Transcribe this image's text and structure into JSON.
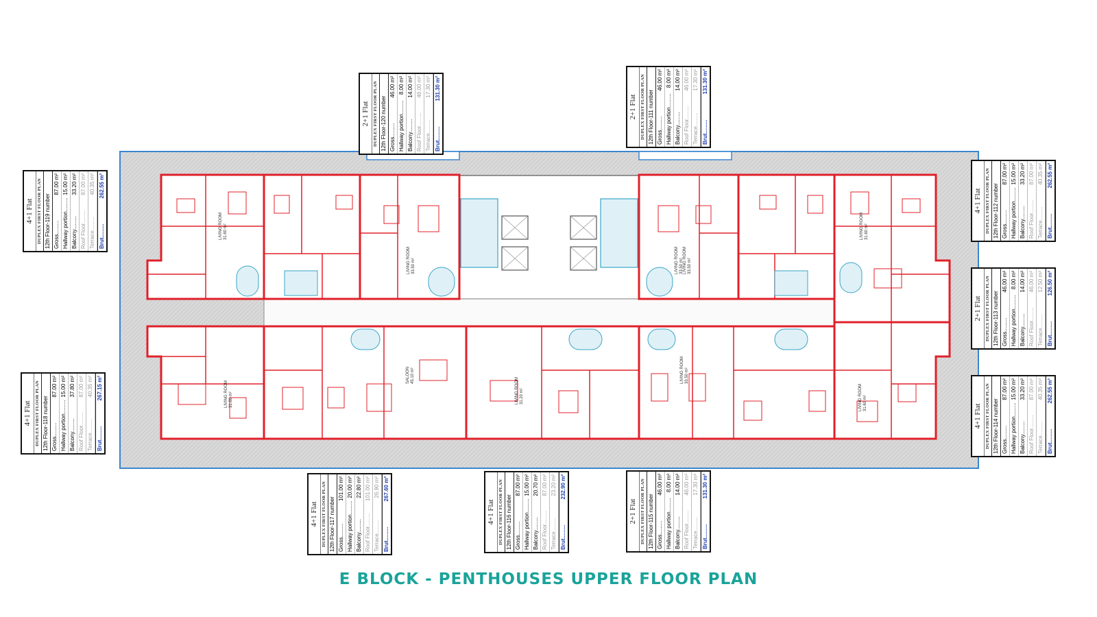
{
  "title": "E BLOCK - PENTHOUSES UPPER FLOOR PLAN",
  "colors": {
    "wall": "#e0202a",
    "title": "#1aa39a",
    "brut": "#1e3fae",
    "terrace": "#d9d9d9",
    "border": "#3a86d0"
  },
  "cards": [
    {
      "type": "4+1 Flat",
      "sub": "DUPLEX FIRST FLOOR PLAN",
      "floor": "12th Floor-119 number",
      "gross": "87.00 m²",
      "hallway": "15.00 m²",
      "balcony": "33.20 m²",
      "roof": "87.00 m²",
      "terrace": "40.35 m²",
      "brut": "262.55 m²"
    },
    {
      "type": "2+1 Flat",
      "sub": "DUPLEX FIRST FLOOR PLAN",
      "floor": "12th Floor-120 number",
      "gross": "46.00 m²",
      "hallway": "8.00 m²",
      "balcony": "14.00 m²",
      "roof": "46.00 m²",
      "terrace": "17.30 m²",
      "brut": "131.30 m²"
    },
    {
      "type": "2+1 Flat",
      "sub": "DUPLEX FIRST FLOOR PLAN",
      "floor": "12th Floor-111 number",
      "gross": "46.00 m²",
      "hallway": "8.00 m²",
      "balcony": "14.00 m²",
      "roof": "46.00 m²",
      "terrace": "17.30 m²",
      "brut": "131.30 m²"
    },
    {
      "type": "4+1 Flat",
      "sub": "DUPLEX FIRST FLOOR PLAN",
      "floor": "12th Floor-112 number",
      "gross": "87.00 m²",
      "hallway": "15.00 m²",
      "balcony": "33.20 m²",
      "roof": "87.00 m²",
      "terrace": "40.35 m²",
      "brut": "262.55 m²"
    },
    {
      "type": "2+1 Flat",
      "sub": "DUPLEX FIRST FLOOR PLAN",
      "floor": "12th Floor-113 number",
      "gross": "46.00 m²",
      "hallway": "8.00 m²",
      "balcony": "14.00 m²",
      "roof": "46.00 m²",
      "terrace": "12.50 m²",
      "brut": "126.50 m²"
    },
    {
      "type": "4+1 Flat",
      "sub": "DUPLEX FIRST FLOOR PLAN",
      "floor": "12th Floor-114 number",
      "gross": "87.00 m²",
      "hallway": "15.00 m²",
      "balcony": "33.20 m²",
      "roof": "87.00 m²",
      "terrace": "40.35 m²",
      "brut": "262.55 m²"
    },
    {
      "type": "4+1 Flat",
      "sub": "DUPLEX FIRST FLOOR PLAN",
      "floor": "12th Floor-118 number",
      "gross": "87.00 m²",
      "hallway": "15.00 m²",
      "balcony": "37.80 m²",
      "roof": "87.00 m²",
      "terrace": "40.35 m²",
      "brut": "267.15 m²"
    },
    {
      "type": "4+1 Flat",
      "sub": "DUPLEX FIRST FLOOR PLAN",
      "floor": "12th Floor-117 number",
      "gross": "101.00 m²",
      "hallway": "20.00 m²",
      "balcony": "22.80 m²",
      "roof": "101.00 m²",
      "terrace": "26.90 m²",
      "brut": "267.60 m²"
    },
    {
      "type": "4+1 Flat",
      "sub": "DUPLEX FIRST FLOOR PLAN",
      "floor": "12th Floor-116 number",
      "gross": "87.00 m²",
      "hallway": "15.00 m²",
      "balcony": "20.70 m²",
      "roof": "87.00 m²",
      "terrace": "23.20 m²",
      "brut": "232.90 m²"
    },
    {
      "type": "2+1 Flat",
      "sub": "DUPLEX FIRST FLOOR PLAN",
      "floor": "12th Floor-115 number",
      "gross": "46.00 m²",
      "hallway": "8.00 m²",
      "balcony": "14.00 m²",
      "roof": "46.00 m²",
      "terrace": "17.30 m²",
      "brut": "131.30 m²"
    }
  ],
  "labels": {
    "gross": "Gross",
    "hallway": "Hallway portion",
    "balcony": "Balcony",
    "roof": "Roof Floor",
    "terrace": "Terrace",
    "brut": "Brut"
  },
  "rooms": [
    {
      "name": "LIVING ROOM",
      "area": "31.60 m²"
    },
    {
      "name": "LIVING ROOM",
      "area": "33.50 m²"
    },
    {
      "name": "LIVING ROOM",
      "area": "33.50 m²"
    },
    {
      "name": "LIVING ROOM",
      "area": "31.60 m²"
    },
    {
      "name": "LIVING ROOM",
      "area": "31.60 m²"
    },
    {
      "name": "SALOON",
      "area": "45.10 m²"
    },
    {
      "name": "LIVING ROOM",
      "area": "31.20 m²"
    },
    {
      "name": "LIVING ROOM",
      "area": "33.50 m²"
    },
    {
      "name": "LIVING ROOM",
      "area": "31.60 m²"
    },
    {
      "name": "LIVING ROOM",
      "area": "33.50 m²"
    }
  ]
}
